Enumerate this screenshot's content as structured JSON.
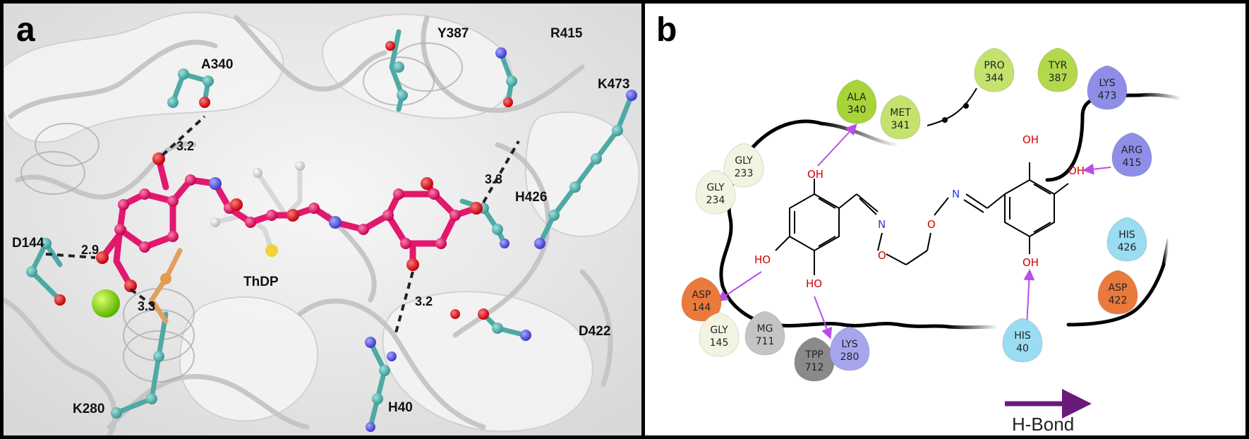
{
  "panels": {
    "a": {
      "letter": "a",
      "residues": [
        {
          "id": "A340",
          "text": "A340"
        },
        {
          "id": "Y387",
          "text": "Y387"
        },
        {
          "id": "R415",
          "text": "R415"
        },
        {
          "id": "K473",
          "text": "K473"
        },
        {
          "id": "H426",
          "text": "H426"
        },
        {
          "id": "D144",
          "text": "D144"
        },
        {
          "id": "ThDP",
          "text": "ThDP"
        },
        {
          "id": "D422",
          "text": "D422"
        },
        {
          "id": "K280",
          "text": "K280"
        },
        {
          "id": "H40",
          "text": "H40"
        }
      ],
      "distances": [
        "3.2",
        "3.3",
        "2.9",
        "3.3",
        "3.2"
      ]
    },
    "b": {
      "letter": "b",
      "residues": [
        {
          "id": "ala340",
          "name": "ALA",
          "num": "340",
          "color": "#a8d43a"
        },
        {
          "id": "met341",
          "name": "MET",
          "num": "341",
          "color": "#c4e26e"
        },
        {
          "id": "pro344",
          "name": "PRO",
          "num": "344",
          "color": "#c4e26e"
        },
        {
          "id": "tyr387",
          "name": "TYR",
          "num": "387",
          "color": "#b2d84c"
        },
        {
          "id": "lys473",
          "name": "LYS",
          "num": "473",
          "color": "#8e8ee8"
        },
        {
          "id": "arg415",
          "name": "ARG",
          "num": "415",
          "color": "#8e8ee8"
        },
        {
          "id": "gly233",
          "name": "GLY",
          "num": "233",
          "color": "#f3f3e2"
        },
        {
          "id": "gly234",
          "name": "GLY",
          "num": "234",
          "color": "#f3f3e2"
        },
        {
          "id": "his426",
          "name": "HIS",
          "num": "426",
          "color": "#9adcf2"
        },
        {
          "id": "asp144",
          "name": "ASP",
          "num": "144",
          "color": "#ea7a3c"
        },
        {
          "id": "asp422",
          "name": "ASP",
          "num": "422",
          "color": "#ea7a3c"
        },
        {
          "id": "gly145",
          "name": "GLY",
          "num": "145",
          "color": "#f3f3e2"
        },
        {
          "id": "mg711",
          "name": "MG",
          "num": "711",
          "color": "#c4c4c4"
        },
        {
          "id": "tpp712",
          "name": "TPP",
          "num": "712",
          "color": "#8a8a8a"
        },
        {
          "id": "lys280",
          "name": "LYS",
          "num": "280",
          "color": "#a6a6ee"
        },
        {
          "id": "his40",
          "name": "HIS",
          "num": "40",
          "color": "#9adcf2"
        }
      ],
      "atoms": {
        "oh1": "OH",
        "oh2": "HO",
        "oh3": "HO",
        "oh4": "OH",
        "oh5": "OH",
        "oh6": "OH",
        "n1": "N",
        "n2": "N",
        "o1": "O",
        "o2": "O"
      },
      "legend": {
        "label": "H-Bond",
        "color": "#6a1a7a"
      },
      "hbond_color": "#b84ee8"
    }
  }
}
